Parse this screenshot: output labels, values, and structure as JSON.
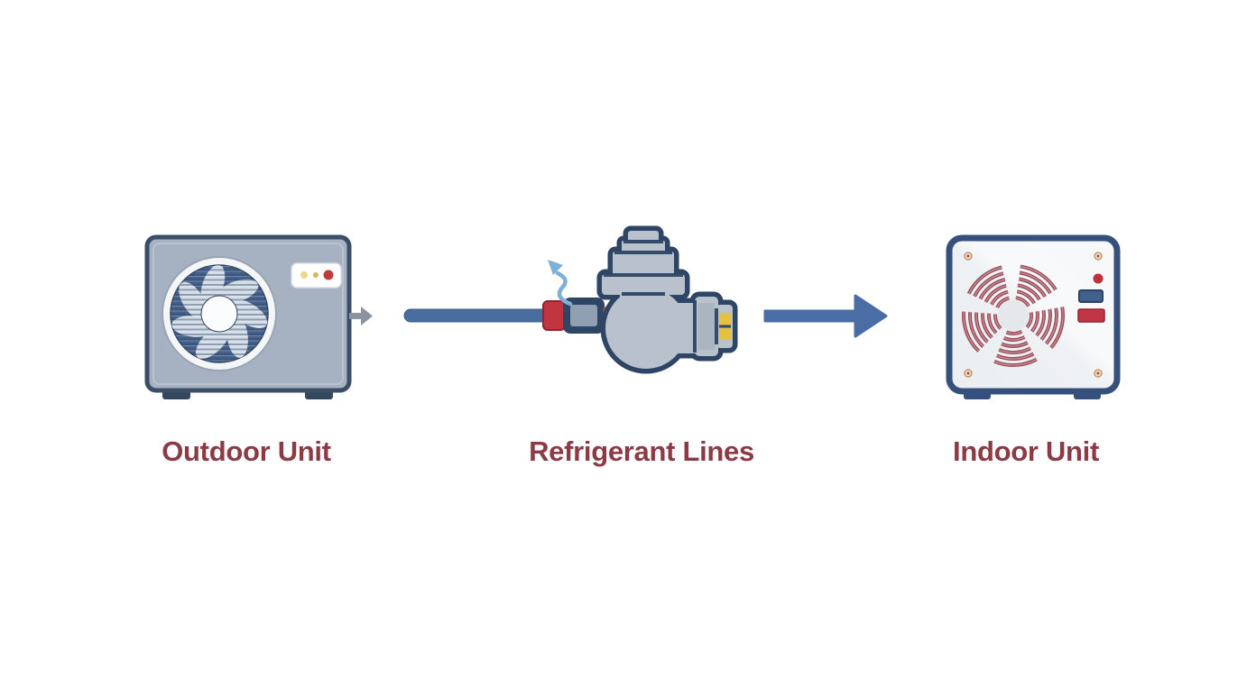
{
  "diagram": {
    "type": "flow",
    "subject": "split-system air conditioner refrigerant path",
    "nodes": [
      {
        "id": "outdoor-unit",
        "label": "Outdoor Unit",
        "icon": "outdoor-unit-icon"
      },
      {
        "id": "refrigerant-lines",
        "label": "Refrigerant Lines",
        "icon": "refrigerant-valve-icon"
      },
      {
        "id": "indoor-unit",
        "label": "Indoor Unit",
        "icon": "indoor-unit-icon"
      }
    ],
    "connections": [
      {
        "from": "outdoor-unit",
        "to": "refrigerant-lines",
        "style": "pipe"
      },
      {
        "from": "refrigerant-lines",
        "to": "indoor-unit",
        "style": "arrow"
      }
    ],
    "colors": {
      "background": "#ffffff",
      "label_maroon": "#8b3a46",
      "navy_outline": "#2e4565",
      "outdoor_body": "#a6b2c1",
      "fan_disc_navy": "#44608a",
      "pipe_blue": "#4a6da0",
      "flow_arrow_blue": "#4a6da5",
      "valve_gray": "#b9c2cc",
      "collar_red": "#c0353f",
      "connector_orange": "#e0702f",
      "service_port_yellow": "#e4c13e",
      "indoor_border_navy": "#35507a",
      "indoor_face_white": "#f2f4f6",
      "indoor_fan_maroon": "#9d4e5a",
      "leak_arrow_blue": "#7cb0d6",
      "indicator_red": "#c0343e"
    }
  }
}
